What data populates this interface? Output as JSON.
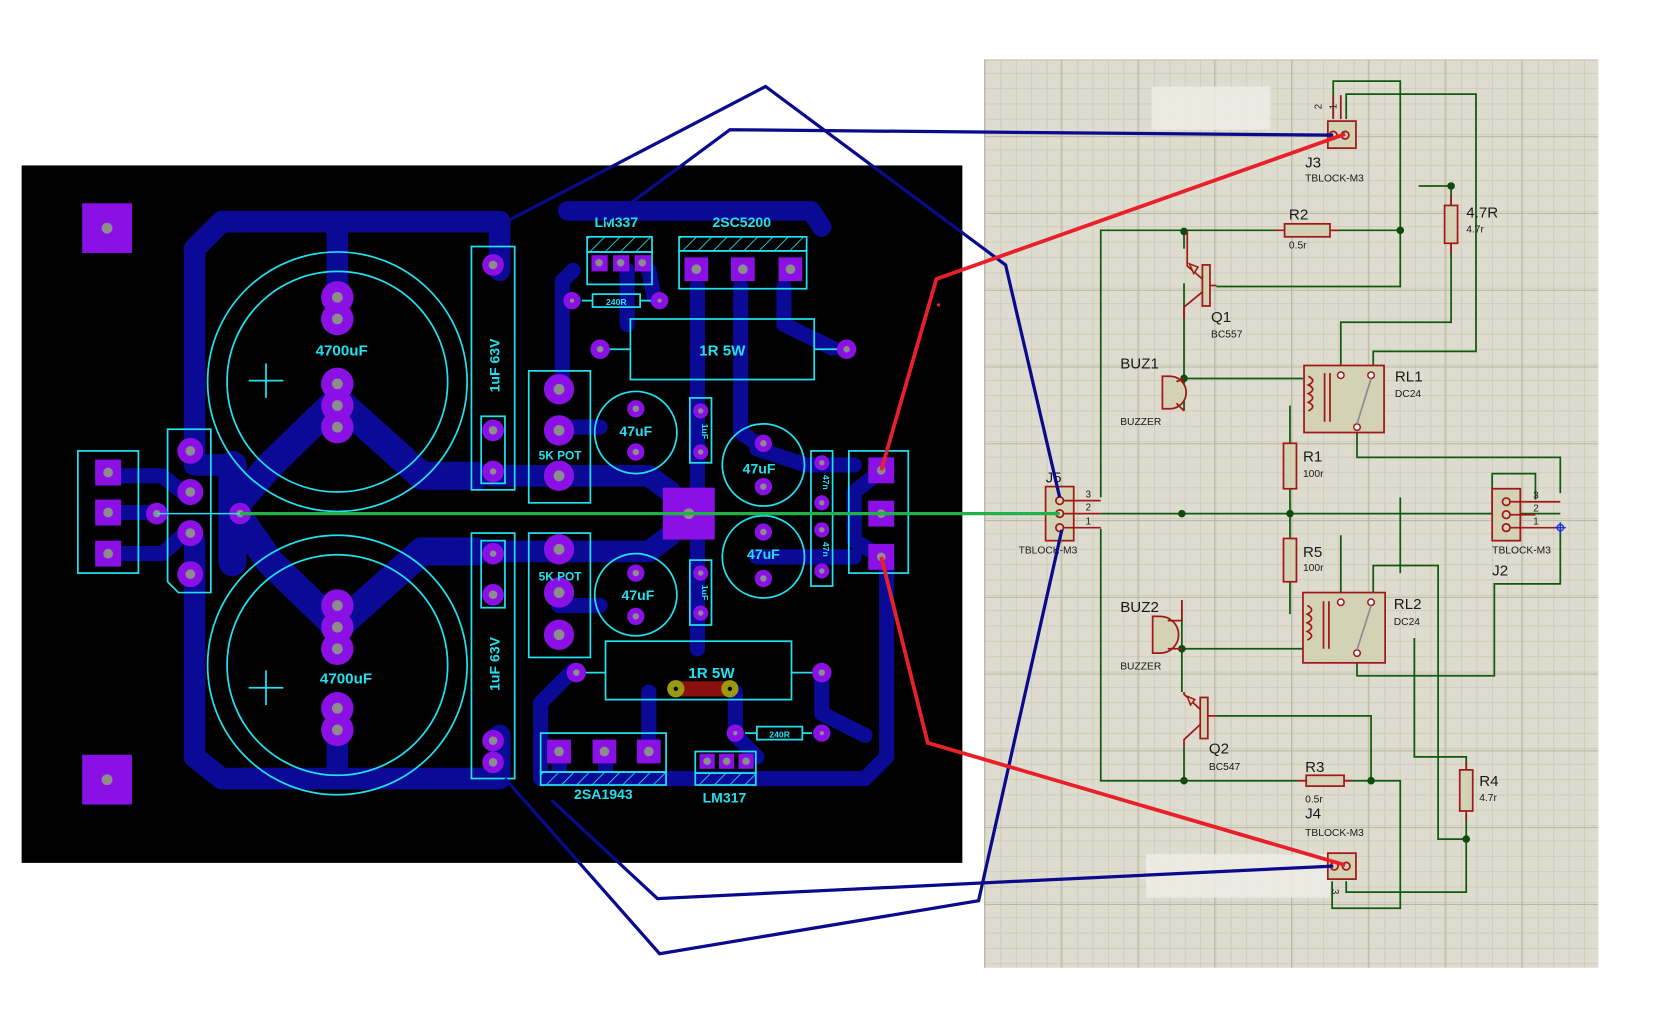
{
  "pcb": {
    "components": {
      "cap_big_top": "4700uF",
      "cap_big_bottom": "4700uF",
      "cap_film_top": "1uF 63V",
      "cap_film_bottom": "1uF 63V",
      "reg_top": "LM337",
      "reg_bottom": "LM317",
      "transistor_top": "2SC5200",
      "transistor_bottom": "2SA1943",
      "res_power_top": "1R 5W",
      "res_power_bottom": "1R 5W",
      "res_small_top": "240R",
      "res_small_bottom": "240R",
      "pot_top": "5K POT",
      "pot_bottom": "5K POT",
      "cap_47_tl": "47uF",
      "cap_47_tr": "47uF",
      "cap_47_bl": "47uF",
      "cap_47_br": "47uF",
      "cap_1uf_top": "1uF",
      "cap_1uf_bottom": "1uF",
      "cap_47n_top": "47n",
      "cap_47n_bottom": "47n"
    }
  },
  "schematic": {
    "J3": {
      "ref": "J3",
      "value": "TBLOCK-M3",
      "pins": [
        "2",
        "1"
      ]
    },
    "J4": {
      "ref": "J4",
      "value": "TBLOCK-M3",
      "pins": [
        "3"
      ]
    },
    "J5": {
      "ref": "J5",
      "value": "TBLOCK-M3",
      "pins": [
        "3",
        "2",
        "1"
      ]
    },
    "J2": {
      "ref": "J2",
      "value": "TBLOCK-M3",
      "pins": [
        "3",
        "2",
        "1"
      ]
    },
    "Q1": {
      "ref": "Q1",
      "value": "BC557"
    },
    "Q2": {
      "ref": "Q2",
      "value": "BC547"
    },
    "R1": {
      "ref": "R1",
      "value": "100r"
    },
    "R2": {
      "ref": "R2",
      "value": "0.5r"
    },
    "R3": {
      "ref": "R3",
      "value": "0.5r"
    },
    "R4": {
      "ref": "R4",
      "value": "4.7r"
    },
    "R5": {
      "ref": "R5",
      "value": "100r"
    },
    "R6": {
      "ref": "4.7R",
      "value": "4.7r"
    },
    "BUZ1": {
      "ref": "BUZ1",
      "value": "BUZZER"
    },
    "BUZ2": {
      "ref": "BUZ2",
      "value": "BUZZER"
    },
    "RL1": {
      "ref": "RL1",
      "value": "DC24"
    },
    "RL2": {
      "ref": "RL2",
      "value": "DC24"
    }
  },
  "colors": {
    "pcb_background": "#000000",
    "copper_trace": "#0a0a96",
    "pad": "#8a10e6",
    "silkscreen": "#22e0f0",
    "schematic_grid_bg": "#dedcce",
    "schematic_wire": "#0f5a0f",
    "component_pin": "#a01818",
    "annotation_red": "#e8202a",
    "annotation_blue": "#0a0a8c",
    "annotation_green": "#22b04a"
  }
}
